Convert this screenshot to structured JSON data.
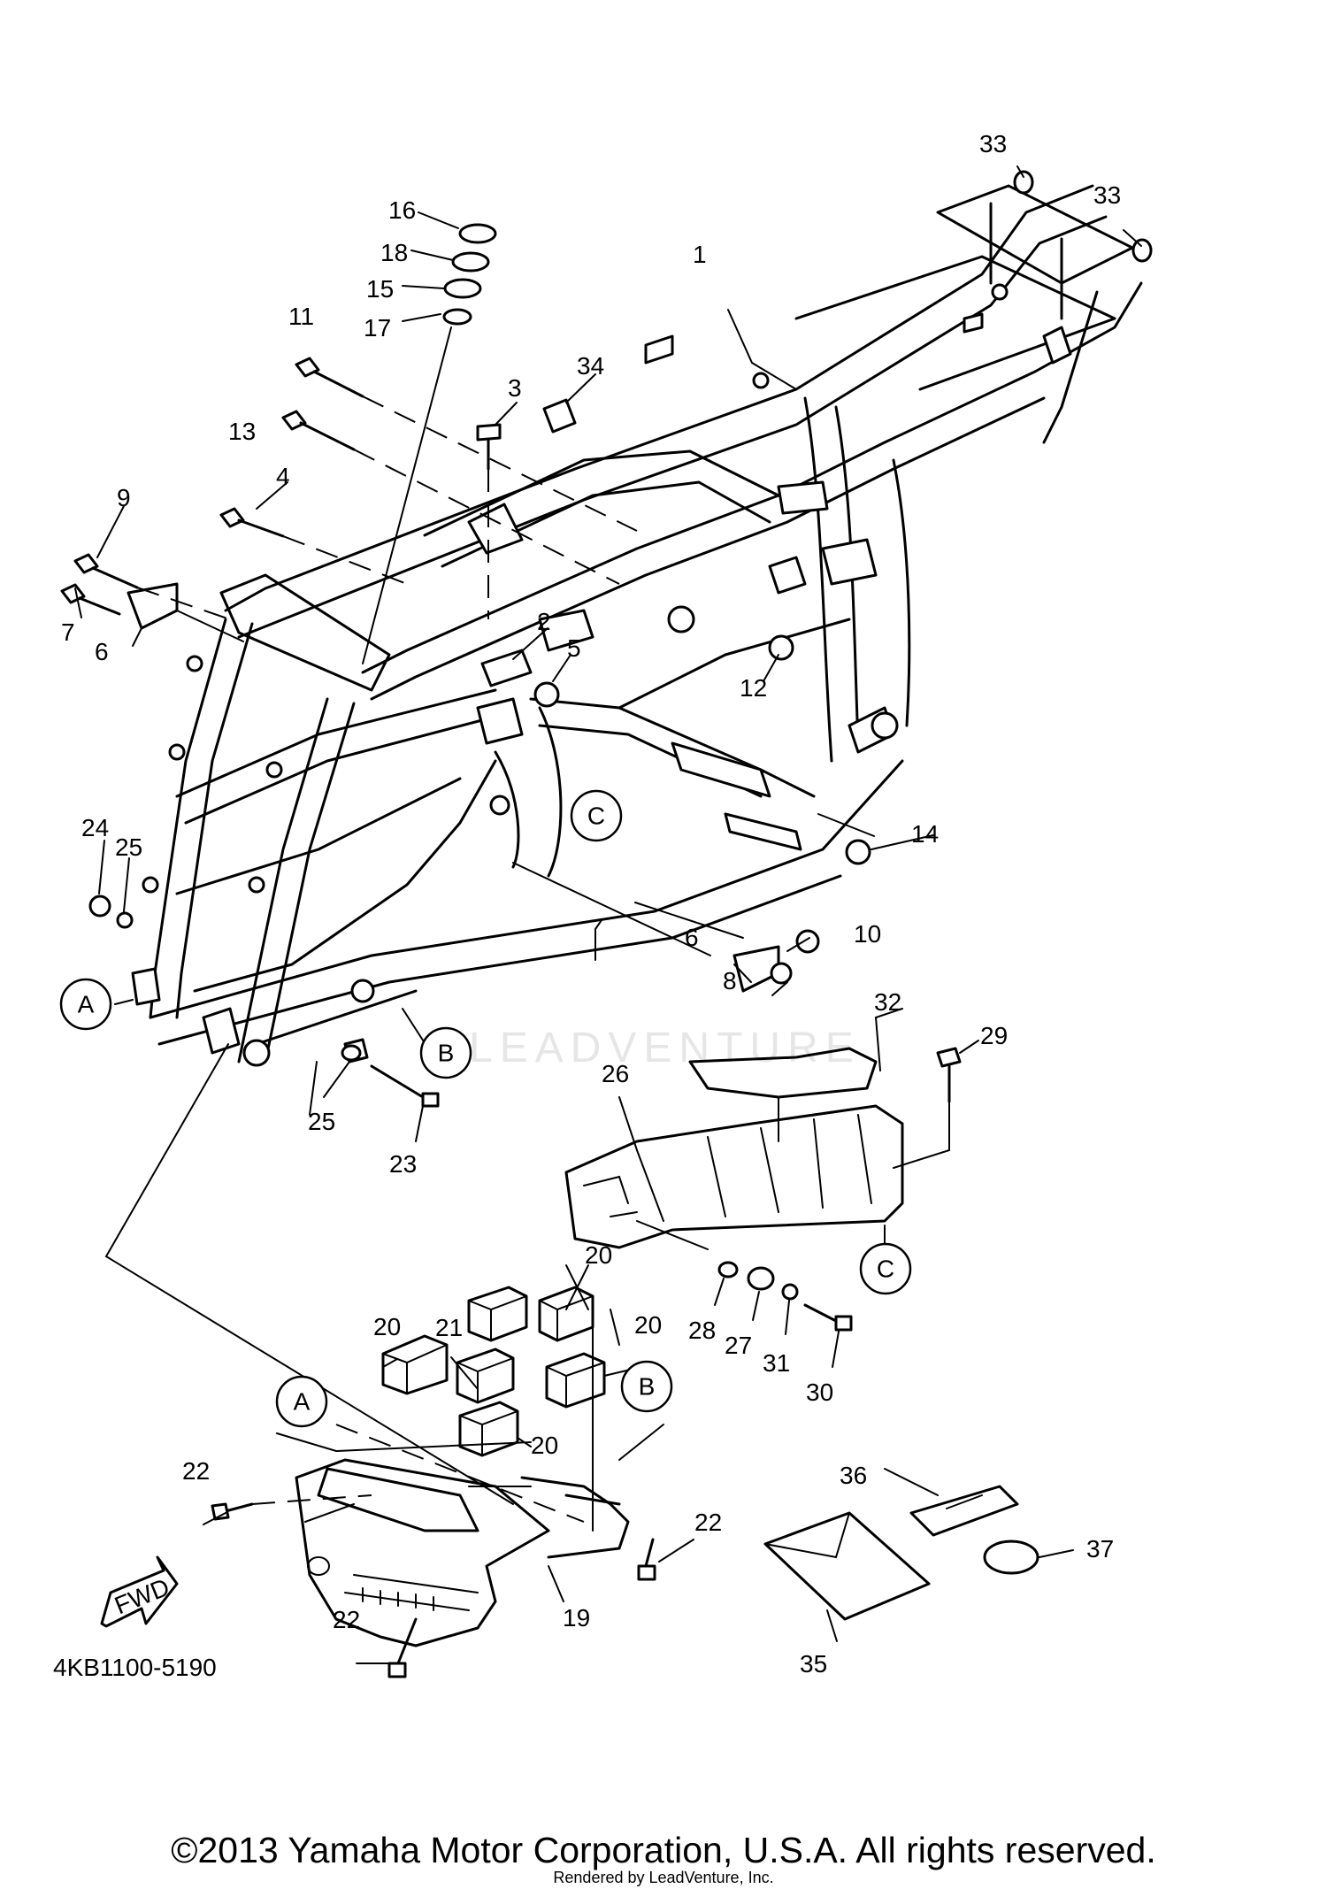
{
  "diagram": {
    "part_code": "4KB1100-5190",
    "watermark": "LEADVENTURE",
    "fwd_label": "FWD",
    "ref_marks": {
      "a": "A",
      "b": "B",
      "c": "C"
    },
    "callouts": {
      "c1": "1",
      "c2": "2",
      "c3": "3",
      "c4": "4",
      "c5": "5",
      "c6a": "6",
      "c6b": "6",
      "c7": "7",
      "c8": "8",
      "c9": "9",
      "c10": "10",
      "c11": "11",
      "c12": "12",
      "c13": "13",
      "c14": "14",
      "c15": "15",
      "c16": "16",
      "c17": "17",
      "c18": "18",
      "c19": "19",
      "c20a": "20",
      "c20b": "20",
      "c20c": "20",
      "c20d": "20",
      "c21": "21",
      "c22a": "22",
      "c22b": "22",
      "c22c": "22",
      "c23": "23",
      "c24": "24",
      "c25a": "25",
      "c25b": "25",
      "c26": "26",
      "c27": "27",
      "c28": "28",
      "c29": "29",
      "c30": "30",
      "c31": "31",
      "c32": "32",
      "c33a": "33",
      "c33b": "33",
      "c34": "34",
      "c35": "35",
      "c36": "36",
      "c37": "37"
    }
  },
  "footer": {
    "copyright": "©2013 Yamaha Motor Corporation, U.S.A. All rights reserved.",
    "rendered": "Rendered by LeadVenture, Inc."
  }
}
